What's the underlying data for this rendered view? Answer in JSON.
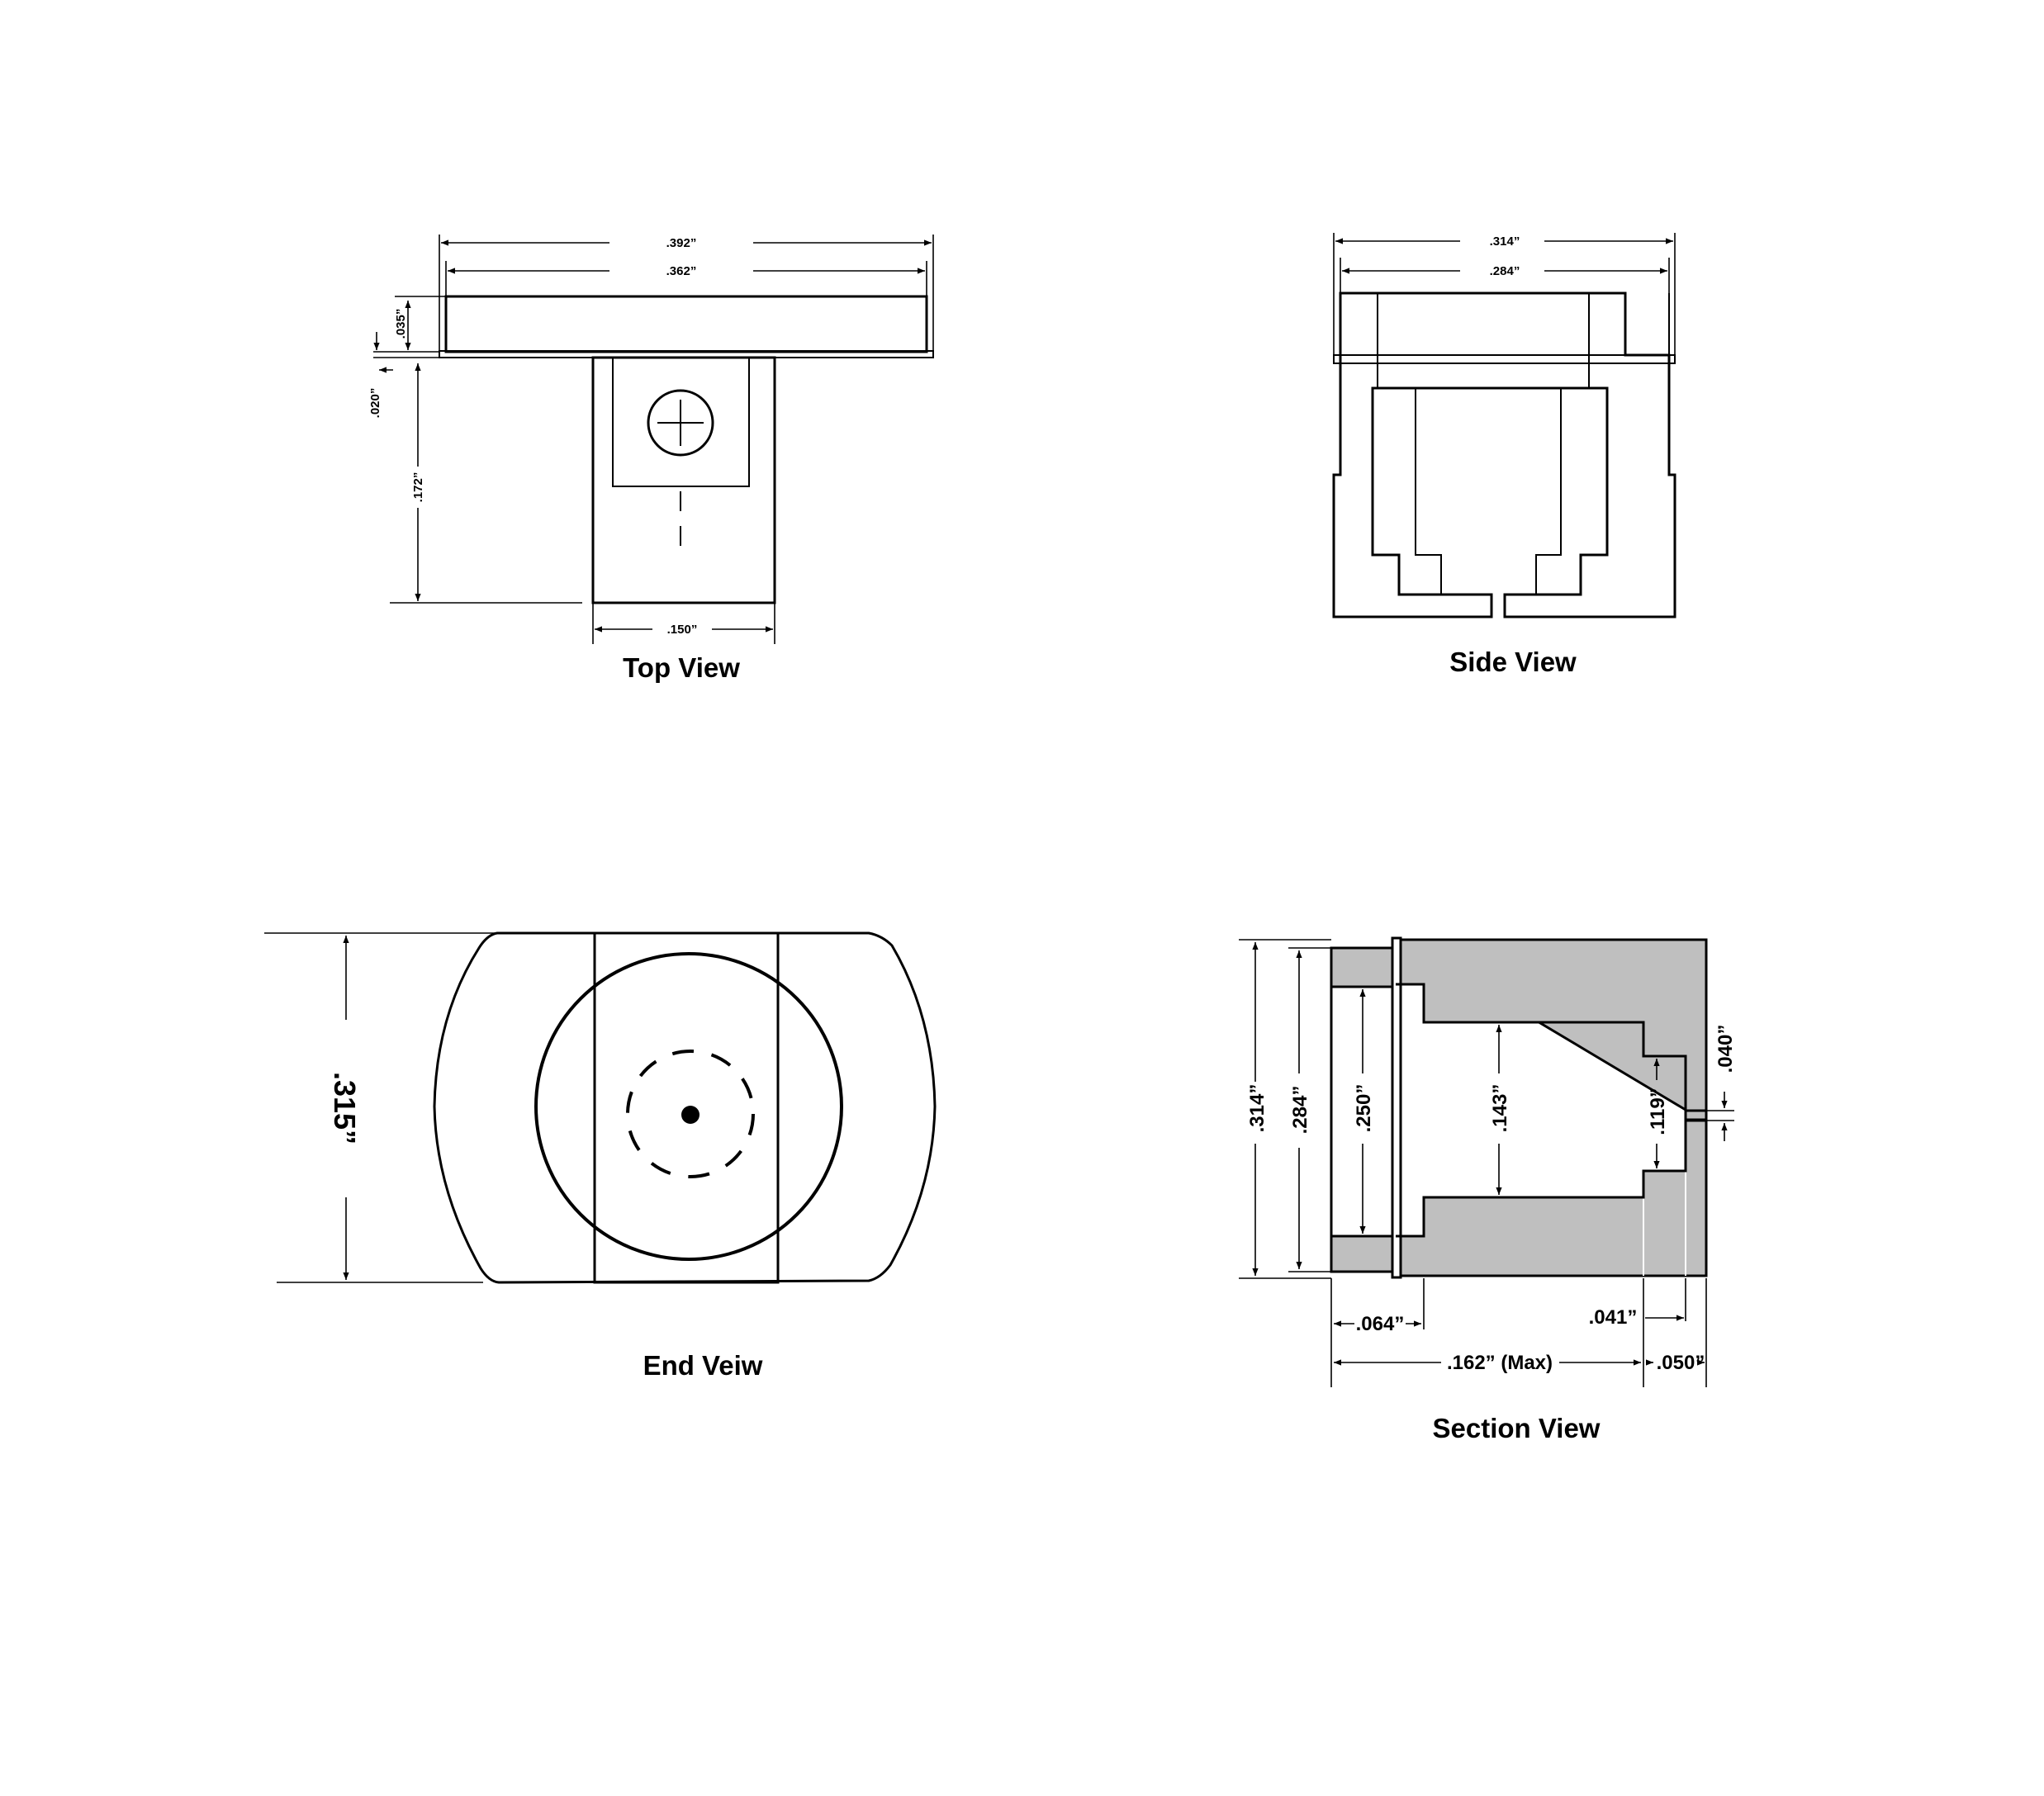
{
  "views": {
    "top": {
      "title": "Top View",
      "dims": {
        "overall_width": ".392”",
        "inner_width": ".362”",
        "flange_height": ".035”",
        "flange_thickness": ".020”",
        "body_length": ".172”",
        "body_width": ".150”"
      }
    },
    "side": {
      "title": "Side View",
      "dims": {
        "overall_width": ".314”",
        "inner_width": ".284”"
      }
    },
    "end": {
      "title": "End Veiw",
      "dims": {
        "height": ".315”"
      }
    },
    "section": {
      "title": "Section View",
      "dims": {
        "outer_height": ".314”",
        "inner_height": ".284”",
        "bore_250": ".250”",
        "bore_143": ".143”",
        "bore_119": ".119”",
        "slot_040": ".040”",
        "depth_064": ".064”",
        "step_041": ".041”",
        "length_162": ".162” (Max)",
        "end_050": ".050”"
      }
    }
  },
  "colors": {
    "line": "#000000",
    "section_fill": "#bfbfbf",
    "background": "#ffffff"
  }
}
